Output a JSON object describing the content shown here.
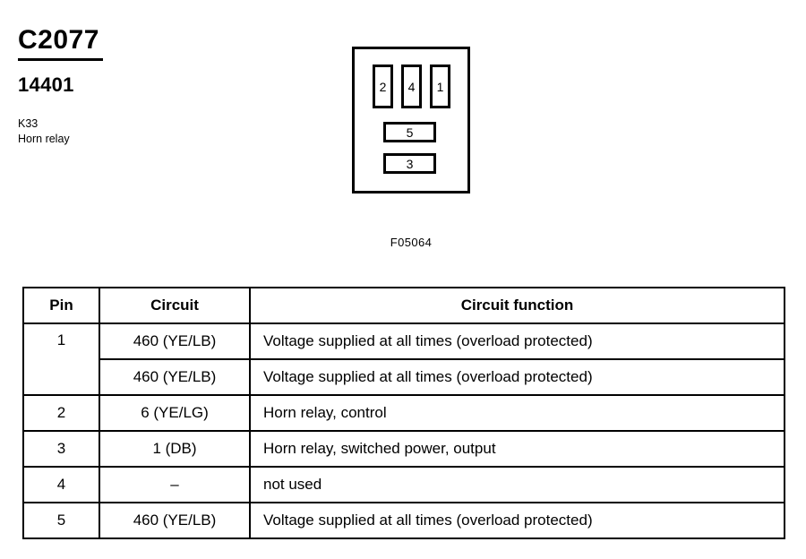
{
  "header": {
    "connector_id": "C2077",
    "part_number": "14401",
    "component_code": "K33",
    "component_name": "Horn relay"
  },
  "connector_figure": {
    "caption": "F05064",
    "cavities": [
      {
        "label": "2",
        "orientation": "vertical"
      },
      {
        "label": "4",
        "orientation": "vertical"
      },
      {
        "label": "1",
        "orientation": "vertical"
      },
      {
        "label": "5",
        "orientation": "horizontal"
      },
      {
        "label": "3",
        "orientation": "horizontal"
      }
    ]
  },
  "pinout_table": {
    "headers": {
      "pin": "Pin",
      "circuit": "Circuit",
      "function": "Circuit function"
    },
    "rows": [
      {
        "pin": "1",
        "circuit": "460 (YE/LB)",
        "function": "Voltage supplied at all times (overload protected)"
      },
      {
        "pin": "",
        "circuit": "460 (YE/LB)",
        "function": "Voltage supplied at all times (overload protected)"
      },
      {
        "pin": "2",
        "circuit": "6 (YE/LG)",
        "function": "Horn relay, control"
      },
      {
        "pin": "3",
        "circuit": "1 (DB)",
        "function": "Horn relay, switched power, output"
      },
      {
        "pin": "4",
        "circuit": "–",
        "function": "not used"
      },
      {
        "pin": "5",
        "circuit": "460 (YE/LB)",
        "function": "Voltage supplied at all times (overload protected)"
      }
    ]
  }
}
